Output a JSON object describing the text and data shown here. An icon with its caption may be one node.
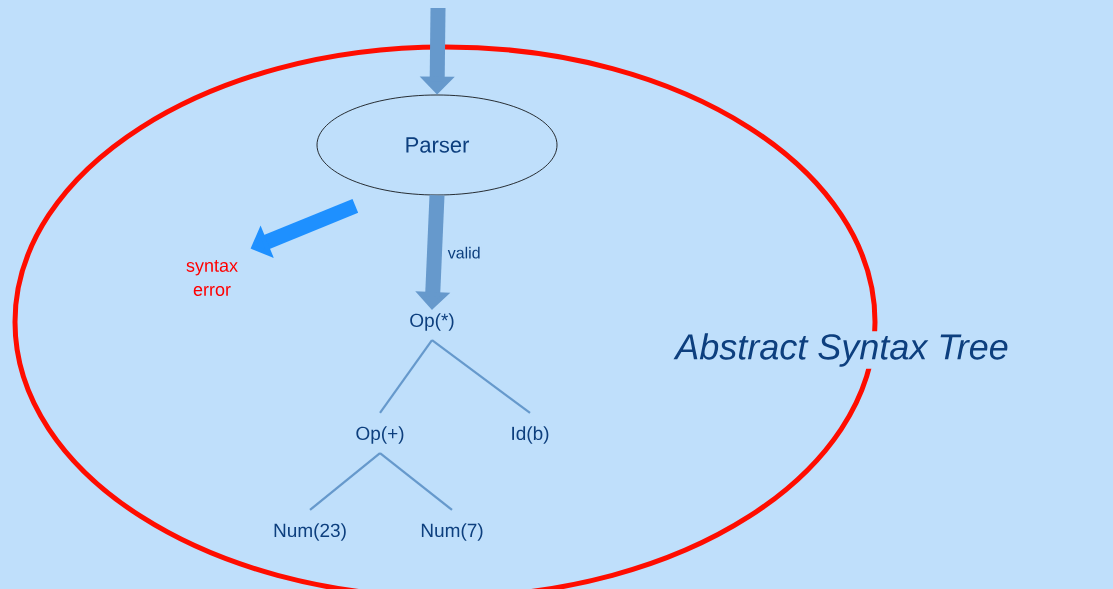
{
  "diagram": {
    "nodes": [
      {
        "text": [
          "Abstract Syntax Tree"
        ]
      },
      {
        "text": [
          "Parser"
        ],
        "in": 0
      },
      {
        "text": [
          "syntax error"
        ],
        "in": 0
      },
      {
        "text": [
          "Op(*)"
        ],
        "in": 0
      },
      {
        "text": [
          "Op(+)"
        ],
        "in": 0
      },
      {
        "text": [
          "Id(b)"
        ],
        "in": 0
      },
      {
        "text": [
          "Num(23)"
        ],
        "in": 0
      },
      {
        "text": [
          "Num(7)"
        ],
        "in": 0
      }
    ],
    "edges": [
      {
        "from": null,
        "to": 1,
        "arrow": "to",
        "style": "thick"
      },
      {
        "from": 1,
        "to": 2,
        "arrow": "to",
        "style": "thick",
        "color": "#1e90ff"
      },
      {
        "from": 1,
        "to": 3,
        "arrow": "to",
        "style": "thick",
        "label": "valid"
      },
      {
        "from": 3,
        "to": 4,
        "arrow": "none"
      },
      {
        "from": 3,
        "to": 5,
        "arrow": "none"
      },
      {
        "from": 4,
        "to": 6,
        "arrow": "none"
      },
      {
        "from": 4,
        "to": 7,
        "arrow": "none"
      }
    ]
  }
}
